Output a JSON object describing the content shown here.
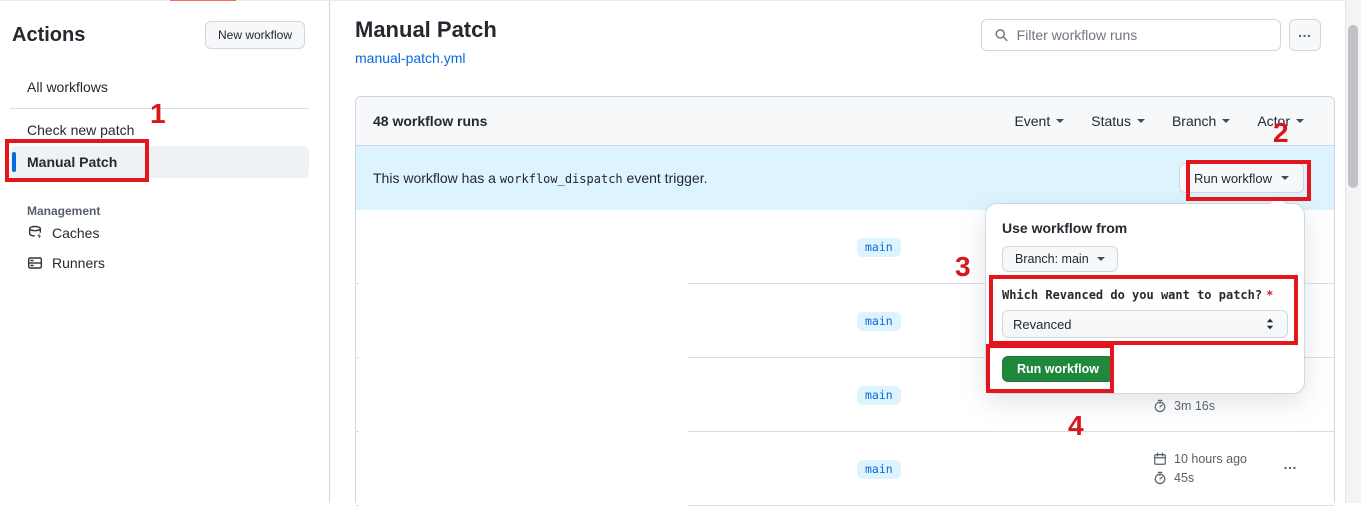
{
  "annotations": {
    "step_1": "1",
    "step_2": "2",
    "step_3": "3",
    "step_4": "4"
  },
  "sidebar": {
    "title": "Actions",
    "new_workflow_button": "New workflow",
    "nav": [
      {
        "label": "All workflows"
      },
      {
        "label": "Check new patch"
      },
      {
        "label": "Manual Patch",
        "selected": true
      }
    ],
    "management_header": "Management",
    "management": [
      {
        "label": "Caches"
      },
      {
        "label": "Runners"
      }
    ]
  },
  "main": {
    "title": "Manual Patch",
    "file_link": "manual-patch.yml",
    "search_placeholder": "Filter workflow runs",
    "kebab": "…"
  },
  "list": {
    "count_label": "48 workflow runs",
    "filters": [
      {
        "label": "Event"
      },
      {
        "label": "Status"
      },
      {
        "label": "Branch"
      },
      {
        "label": "Actor"
      }
    ],
    "banner": {
      "text_before": "This workflow has a",
      "code": "workflow_dispatch",
      "text_after": "event trigger.",
      "run_button": "Run workflow"
    },
    "rows": [
      {
        "branch": "main"
      },
      {
        "branch": "main"
      },
      {
        "branch": "main",
        "duration": "3m 16s"
      },
      {
        "branch": "main",
        "time_ago": "10 hours ago",
        "duration": "45s",
        "kebab": "…"
      }
    ]
  },
  "popup": {
    "title": "Use workflow from",
    "branch_selector": "Branch: main",
    "input_label": "Which Revanced do you want to patch?",
    "required_mark": "*",
    "select_value": "Revanced",
    "run_button": "Run workflow"
  },
  "colors": {
    "accent_blue": "#0969da",
    "banner_bg": "#ddf4ff",
    "green_button": "#1f883d",
    "annotation_red": "#e3161b"
  }
}
